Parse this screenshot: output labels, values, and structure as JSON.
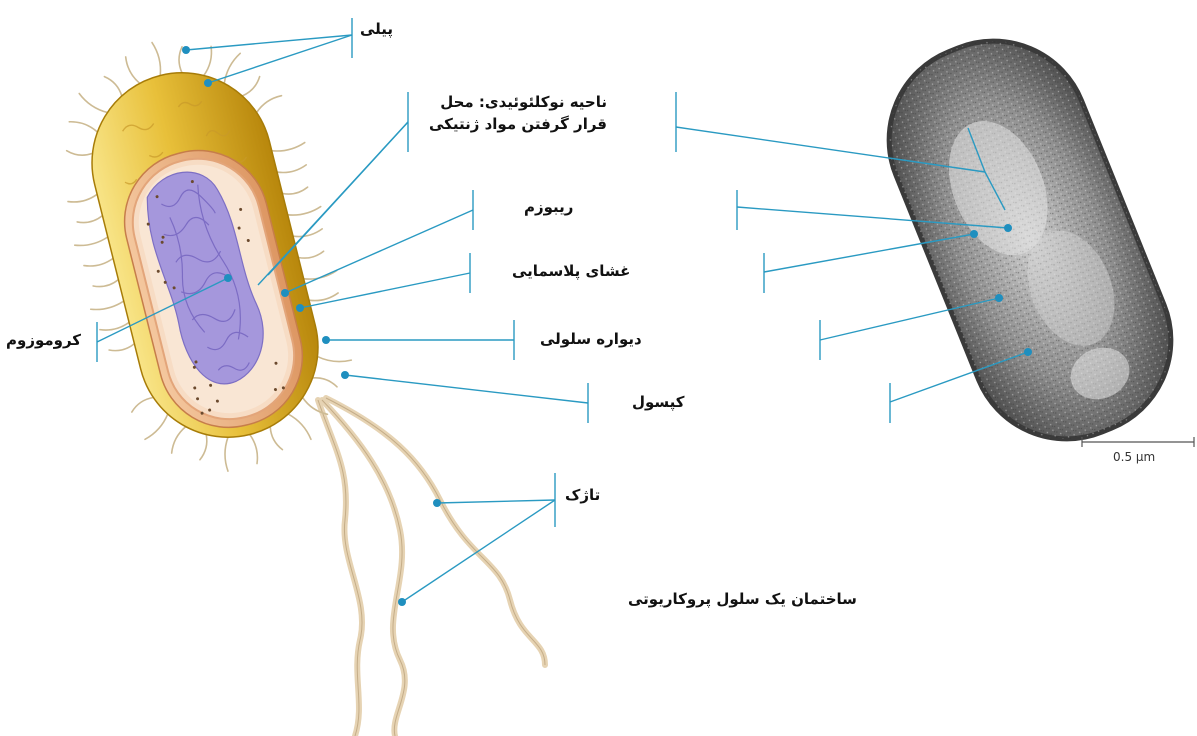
{
  "labels": {
    "pili": "پیلی",
    "nucleoid": "ناحیه نوکلئوئیدی: محل قرار گرفتن مواد ژنتیکی",
    "ribosome": "ریبوزم",
    "plasma_membrane": "غشای پلاسمایی",
    "cell_wall": "دیواره سلولی",
    "capsule": "کپسول",
    "chromosome": "کروموزوم",
    "flagella": "تاژک"
  },
  "caption": "ساختمان یک سلول پروکاریوتی",
  "scale_bar": "0.5 µm",
  "colors": {
    "leader_line": "#2a9ac2",
    "dot": "#1f8fbf",
    "capsule_light": "#f6dd7a",
    "capsule_dark": "#c79a10",
    "wall": "#e9a97a",
    "cytoplasm": "#f7dcc2",
    "nucleoid": "#9c8fd8",
    "flagellum": "#e8d6b8"
  }
}
